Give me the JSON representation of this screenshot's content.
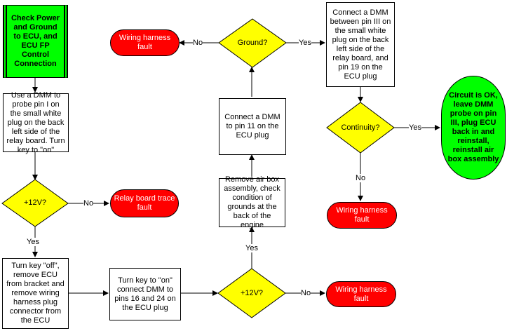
{
  "nodes": {
    "start": "Check Power and Ground to ECU, and ECU FP Control Connection",
    "probe_pin1": "Use a DMM to probe pin I on the small white plug on the back left side of the relay board. Turn key to \"on\"",
    "diamond_12v_1": "+12V?",
    "relay_trace_fault": "Relay board trace fault",
    "key_off": "Turn key \"off\", remove ECU from bracket and remove wiring harness plug connector from the ECU",
    "key_on_connect": "Turn key to \"on\" connect DMM to pins 16 and 24 on the ECU plug",
    "diamond_12v_2": "+12V?",
    "harness_fault_bottom": "Wiring harness fault",
    "remove_airbox": "Remove air box assembly, check condition of grounds at the back of the engine",
    "connect_pin11": "Connect a DMM to pin 11 on the ECU plug",
    "diamond_ground": "Ground?",
    "harness_fault_top": "Wiring harness fault",
    "connect_pin3": "Connect a DMM between pin III on the small white plug on the back left side of the relay board, and pin 19 on the ECU plug",
    "diamond_continuity": "Continuity?",
    "harness_fault_mid": "Wiring harness fault",
    "circuit_ok": "Circuit is OK, leave DMM probe on pin III, plug ECU back in and reinstall, reinstall air box assembly"
  },
  "edge_labels": {
    "no_relay": "No",
    "yes_keyoff": "Yes",
    "no_bottom": "No",
    "yes_airbox": "Yes",
    "no_top": "No",
    "yes_pin3": "Yes",
    "yes_ok": "Yes",
    "no_mid": "No"
  },
  "colors": {
    "start_fill": "#00ff00",
    "fault_fill": "#ff0000",
    "decision_fill": "#ffff00",
    "ok_fill": "#00ff00"
  }
}
